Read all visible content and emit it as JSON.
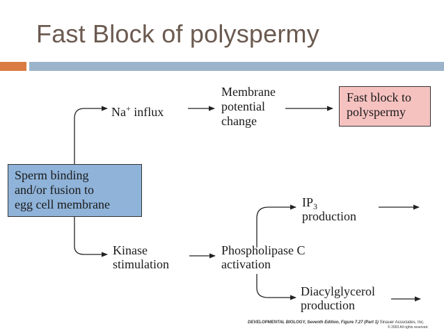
{
  "slide": {
    "title": "Fast Block of polyspermy"
  },
  "diagram": {
    "start_box": [
      "Sperm binding",
      "and/or fusion to",
      "egg cell membrane"
    ],
    "na_influx": {
      "prefix": "Na",
      "sup": "+",
      "suffix": " influx"
    },
    "membrane_change": [
      "Membrane",
      "potential",
      "change"
    ],
    "end_box": [
      "Fast block to",
      "polyspermy"
    ],
    "kinase": [
      "Kinase",
      "stimulation"
    ],
    "phospholipase": [
      "Phospholipase C",
      "activation"
    ],
    "ip3": {
      "prefix": "IP",
      "sub": "3",
      "line2": "production"
    },
    "dag": [
      "Diacylglycerol",
      "production"
    ],
    "colors": {
      "start_box": "#8fb3d9",
      "end_box": "#f6c2c0",
      "accent_orange": "#d97b43",
      "accent_blue": "#9bb4cc",
      "title": "#6b5a50"
    }
  },
  "credit": {
    "book": "DEVELOPMENTAL BIOLOGY, Seventh Edition, Figure 7.27 (Part 1)",
    "publisher": "Sinauer Associates, Inc.",
    "copyright": "© 2003 All rights reserved."
  }
}
